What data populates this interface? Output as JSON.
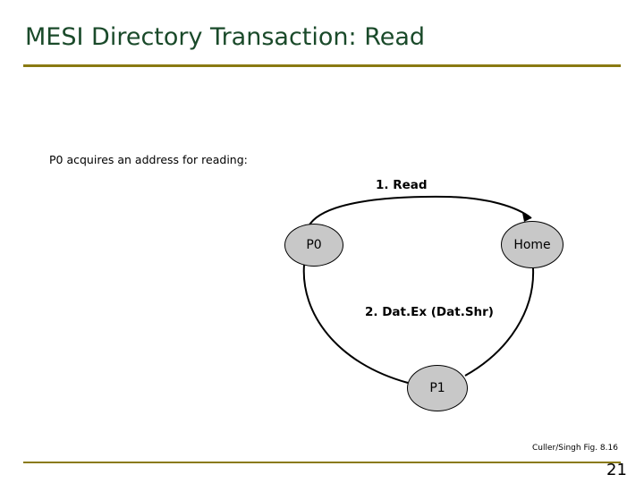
{
  "slide": {
    "title": "MESI Directory Transaction: Read",
    "caption": "P0 acquires an address for reading:",
    "credit": "Culler/Singh Fig. 8.16",
    "page_number": "21",
    "colors": {
      "title": "#1a4a2a",
      "rule": "#8a7a12",
      "node_fill": "#c8c8c8",
      "node_stroke": "#000000",
      "background": "#ffffff"
    }
  },
  "diagram": {
    "type": "node-arc",
    "nodes": [
      {
        "id": "p0",
        "label": "P0"
      },
      {
        "id": "home",
        "label": "Home"
      },
      {
        "id": "p1",
        "label": "P1"
      }
    ],
    "edges": [
      {
        "id": "read",
        "label": "1. Read",
        "from": "p0",
        "to": "home"
      },
      {
        "id": "datex",
        "label": "2. Dat.Ex (Dat.Shr)",
        "from": "home",
        "to": "p0"
      }
    ]
  }
}
